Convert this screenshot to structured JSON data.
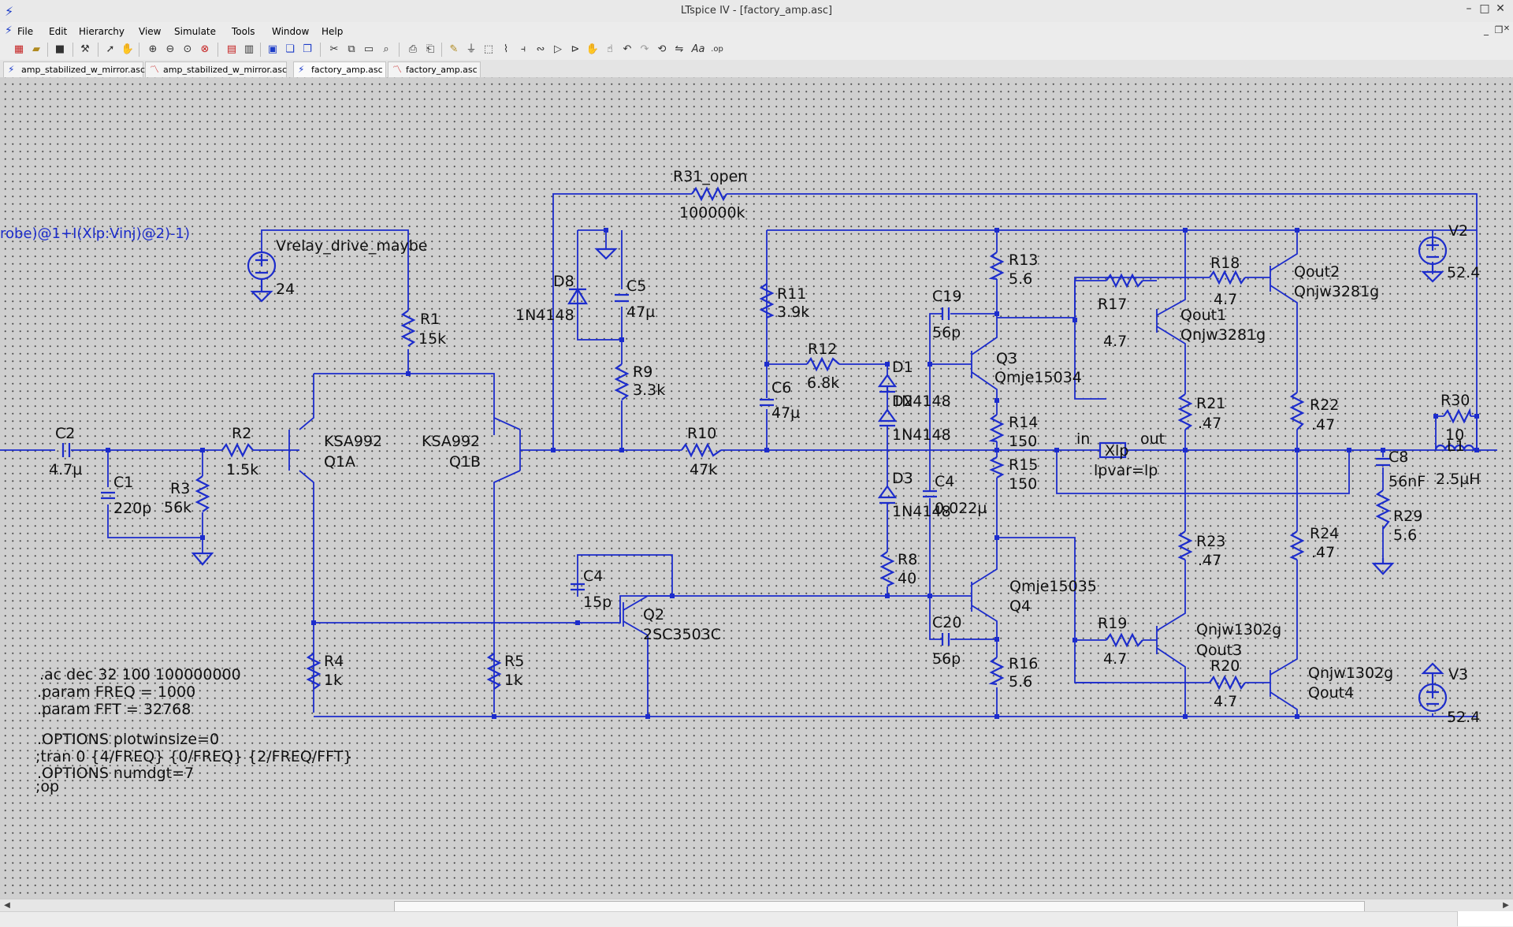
{
  "window": {
    "title": "LTspice IV - [factory_amp.asc]",
    "app_icon": "ltspice-icon",
    "controls": [
      "minimize-icon",
      "maximize-icon",
      "close-icon"
    ]
  },
  "menubar": {
    "items": [
      "File",
      "Edit",
      "Hierarchy",
      "View",
      "Simulate",
      "Tools",
      "Window",
      "Help"
    ]
  },
  "toolbar": {
    "icons": [
      "new-schematic-icon",
      "open-icon",
      "save-icon",
      "control-panel-icon",
      "run-icon",
      "halt-icon",
      "zoom-in-icon",
      "zoom-out-icon",
      "zoom-fit-icon",
      "zoom-cancel-icon",
      "autorange-icon",
      "tile-horizontal-icon",
      "tile-vertical-icon",
      "cascade-icon",
      "cut-icon",
      "copy-icon",
      "paste-icon",
      "find-icon",
      "print-icon",
      "print-preview-icon",
      "wire-icon",
      "ground-icon",
      "label-net-icon",
      "resistor-icon",
      "capacitor-icon",
      "inductor-icon",
      "diode-icon",
      "component-icon",
      "move-icon",
      "drag-icon",
      "undo-icon",
      "redo-icon",
      "rotate-icon",
      "mirror-icon",
      "text-icon",
      "spice-directive-icon"
    ]
  },
  "tabs": [
    {
      "label": "amp_stabilized_w_mirror.asc",
      "kind": "schematic",
      "active": false
    },
    {
      "label": "amp_stabilized_w_mirror.asc",
      "kind": "plot",
      "active": false
    },
    {
      "label": "factory_amp.asc",
      "kind": "schematic",
      "active": true
    },
    {
      "label": "factory_amp.asc",
      "kind": "plot",
      "active": false
    }
  ],
  "schematic": {
    "wire_color": "#1c2ccc",
    "text_color": "#1a1a8a",
    "probe_expression": "robe)@1+I(Xlp:Vinj)@2)-1)",
    "labels": {
      "r31_name": "R31_open",
      "r31_val": "100000k",
      "vrelay_name": "Vrelay_drive_maybe",
      "vrelay_val": "24",
      "r1_name": "R1",
      "r1_val": "15k",
      "d8_name": "D8",
      "d8_val": "1N4148",
      "c5_name": "C5",
      "c5_val": "47µ",
      "r9_name": "R9",
      "r9_val": "3.3k",
      "r11_name": "R11",
      "r11_val": "3.9k",
      "r12_name": "R12",
      "r12_val": "6.8k",
      "c6_name": "C6",
      "c6_val": "47µ",
      "r13_name": "R13",
      "r13_val": "5.6",
      "c19_name": "C19",
      "c19_val": "56p",
      "q3_name": "Q3",
      "q3_val": "Qmje15034",
      "d1_name": "D1",
      "d1_val": "1N4148",
      "d2_name": "D2",
      "d2_val": "1N4148",
      "d3_name": "D3",
      "d3_val": "1N4148",
      "r14_name": "R14",
      "r14_val": "150",
      "r15_name": "R15",
      "r15_val": "150",
      "c4b_name": "C4",
      "c4b_val": "0.022µ",
      "r8_name": "R8",
      "r8_val": "40",
      "q4_name": "Q4",
      "q4_val": "Qmje15035",
      "c20_name": "C20",
      "c20_val": "56p",
      "r16_name": "R16",
      "r16_val": "5.6",
      "c2_name": "C2",
      "c2_val": "4.7µ",
      "c1_name": "C1",
      "c1_val": "220p",
      "r2_name": "R2",
      "r2_val": "1.5k",
      "r3_name": "R3",
      "r3_val": "56k",
      "q1a_model": "KSA992",
      "q1a_name": "Q1A",
      "q1b_model": "KSA992",
      "q1b_name": "Q1B",
      "r10_name": "R10",
      "r10_val": "47k",
      "c4_name": "C4",
      "c4_val": "15p",
      "q2_name": "Q2",
      "q2_val": "2SC3503C",
      "r4_name": "R4",
      "r4_val": "1k",
      "r5_name": "R5",
      "r5_val": "1k",
      "r17_name": "R17",
      "r17_val": "4.7",
      "r18_name": "R18",
      "r18_val": "4.7",
      "qout1_name": "Qout1",
      "qout1_val": "Qnjw3281g",
      "qout2_name": "Qout2",
      "qout2_val": "Qnjw3281g",
      "r19_name": "R19",
      "r19_val": "4.7",
      "r20_name": "R20",
      "r20_val": "4.7",
      "qout3_val": "Qnjw1302g",
      "qout3_name": "Qout3",
      "qout4_val": "Qnjw1302g",
      "qout4_name": "Qout4",
      "r21_name": "R21",
      "r21_val": ".47",
      "r22_name": "R22",
      "r22_val": ".47",
      "r23_name": "R23",
      "r23_val": ".47",
      "r24_name": "R24",
      "r24_val": ".47",
      "xlp_name": "Xlp",
      "xlp_in": "in",
      "xlp_out": "out",
      "xlp_param": "lpvar=lp",
      "v2_name": "V2",
      "v2_val": "52.4",
      "v3_name": "V3",
      "v3_val": "52.4",
      "r30_name": "R30",
      "r30_val": "10",
      "l1_name": "L1",
      "l1_val": "2.5µH",
      "c8_name": "C8",
      "c8_val": "56nF",
      "r29_name": "R29",
      "r29_val": "5.6"
    },
    "directives": [
      ".ac dec 32 100 100000000",
      ".param FREQ = 1000",
      ".param FFT = 32768",
      ".OPTIONS plotwinsize=0",
      ";tran 0 {4/FREQ} {0/FREQ} {2/FREQ/FFT}",
      ".OPTIONS numdgt=7",
      ";op"
    ]
  }
}
